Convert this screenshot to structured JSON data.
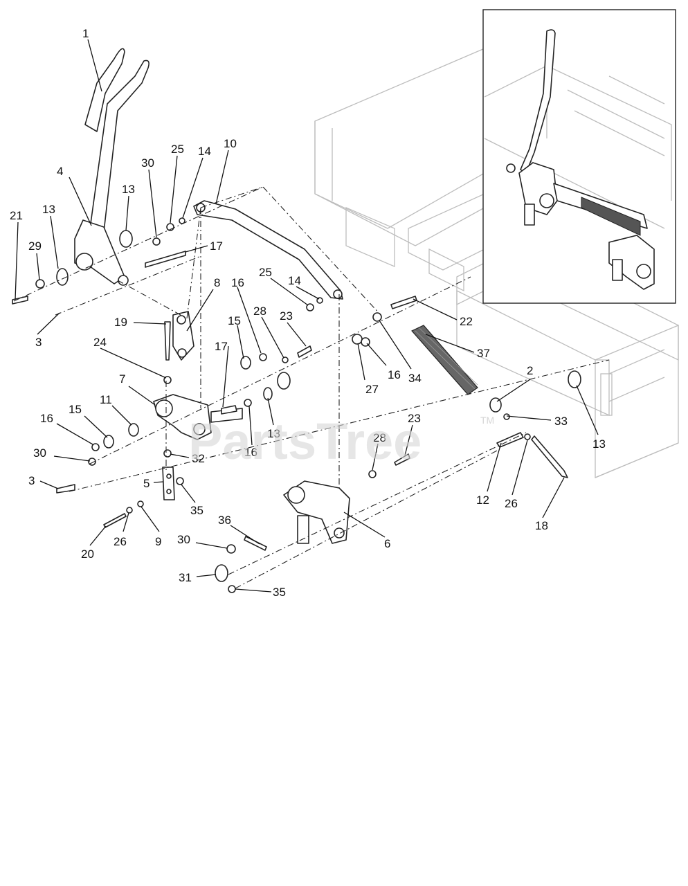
{
  "watermark": {
    "text": "PartsTree",
    "trademark": "TM"
  },
  "callouts": [
    {
      "id": "c1",
      "label": "1"
    },
    {
      "id": "c4",
      "label": "4"
    },
    {
      "id": "c21",
      "label": "21"
    },
    {
      "id": "c13a",
      "label": "13"
    },
    {
      "id": "c13b",
      "label": "13"
    },
    {
      "id": "c30a",
      "label": "30"
    },
    {
      "id": "c25a",
      "label": "25"
    },
    {
      "id": "c14a",
      "label": "14"
    },
    {
      "id": "c10",
      "label": "10"
    },
    {
      "id": "c29",
      "label": "29"
    },
    {
      "id": "c17a",
      "label": "17"
    },
    {
      "id": "c3a",
      "label": "3"
    },
    {
      "id": "c8",
      "label": "8"
    },
    {
      "id": "c16a",
      "label": "16"
    },
    {
      "id": "c25b",
      "label": "25"
    },
    {
      "id": "c14b",
      "label": "14"
    },
    {
      "id": "c19",
      "label": "19"
    },
    {
      "id": "c15a",
      "label": "15"
    },
    {
      "id": "c28a",
      "label": "28"
    },
    {
      "id": "c23a",
      "label": "23"
    },
    {
      "id": "c22",
      "label": "22"
    },
    {
      "id": "c24",
      "label": "24"
    },
    {
      "id": "c17b",
      "label": "17"
    },
    {
      "id": "c37",
      "label": "37"
    },
    {
      "id": "c27",
      "label": "27"
    },
    {
      "id": "c16b",
      "label": "16"
    },
    {
      "id": "c34",
      "label": "34"
    },
    {
      "id": "c7",
      "label": "7"
    },
    {
      "id": "c2",
      "label": "2"
    },
    {
      "id": "c15b",
      "label": "15"
    },
    {
      "id": "c11",
      "label": "11"
    },
    {
      "id": "c16c",
      "label": "16"
    },
    {
      "id": "c13c",
      "label": "13"
    },
    {
      "id": "c23b",
      "label": "23"
    },
    {
      "id": "c33",
      "label": "33"
    },
    {
      "id": "c13d",
      "label": "13"
    },
    {
      "id": "c16d",
      "label": "16"
    },
    {
      "id": "c28b",
      "label": "28"
    },
    {
      "id": "c30b",
      "label": "30"
    },
    {
      "id": "c32",
      "label": "32"
    },
    {
      "id": "c3b",
      "label": "3"
    },
    {
      "id": "c5",
      "label": "5"
    },
    {
      "id": "c35a",
      "label": "35"
    },
    {
      "id": "c12",
      "label": "12"
    },
    {
      "id": "c26a",
      "label": "26"
    },
    {
      "id": "c36",
      "label": "36"
    },
    {
      "id": "c18",
      "label": "18"
    },
    {
      "id": "c20",
      "label": "20"
    },
    {
      "id": "c26b",
      "label": "26"
    },
    {
      "id": "c9",
      "label": "9"
    },
    {
      "id": "c30c",
      "label": "30"
    },
    {
      "id": "c6",
      "label": "6"
    },
    {
      "id": "c31",
      "label": "31"
    },
    {
      "id": "c35b",
      "label": "35"
    }
  ]
}
